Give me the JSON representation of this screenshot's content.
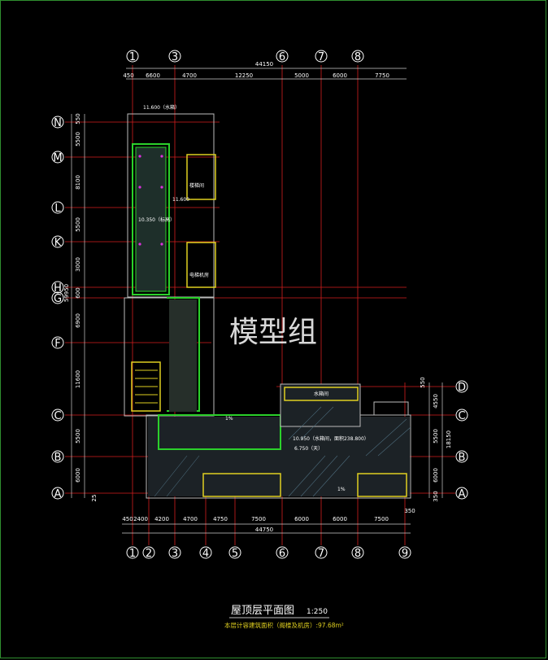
{
  "drawing": {
    "title": "屋顶层平面图",
    "scale": "1:250",
    "note": "本层计容建筑面积（阁楼及机房）:97.68m²",
    "watermark": "模型组"
  },
  "axes": {
    "top_labels": [
      "1",
      "3",
      "6",
      "7",
      "8"
    ],
    "bottom_labels": [
      "1",
      "2",
      "3",
      "4",
      "5",
      "6",
      "7",
      "8",
      "9"
    ],
    "left_labels": [
      "N",
      "M",
      "L",
      "K",
      "H",
      "G",
      "F",
      "C",
      "B",
      "A"
    ],
    "right_labels": [
      "D",
      "C",
      "B",
      "A"
    ]
  },
  "dimensions": {
    "top_total": "44150",
    "top_segments": [
      "450",
      "6600",
      "4700",
      "12250",
      "5000",
      "6000",
      "7750"
    ],
    "bottom_total": "44750",
    "bottom_segments": [
      "450",
      "2400",
      "4200",
      "4700",
      "4750",
      "7500",
      "6000",
      "6000",
      "7500",
      "350"
    ],
    "left_segments": [
      "550",
      "5500",
      "8100",
      "5500",
      "3000",
      "600",
      "6900",
      "11600",
      "5500",
      "6000",
      "25"
    ],
    "left_total": "59950",
    "right_segments": [
      "550",
      "4550",
      "5500",
      "6000",
      "350"
    ],
    "right_total": "18150"
  },
  "annotations": {
    "top_level": "11.600（水箱）",
    "slab_level": "11.600",
    "roof_level": "10.350（标高）",
    "mid_level": "10.950（水箱间，面积238.800）",
    "low_level": "6.750（天）",
    "roof_slope": "1%",
    "room_a": "楼梯间",
    "room_b": "电梯机房",
    "room_c": "水箱间"
  }
}
